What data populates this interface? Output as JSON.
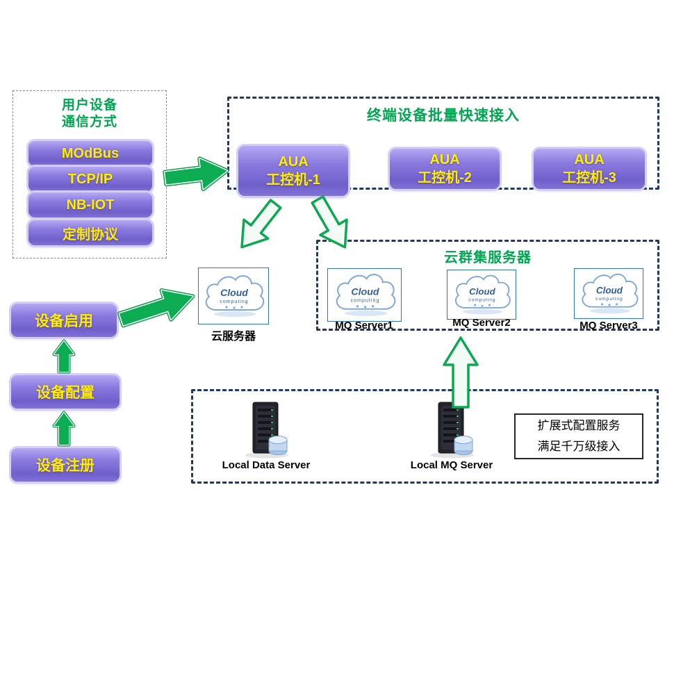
{
  "colors": {
    "heading_green": "#00A651",
    "arrow_green": "#0aa84f",
    "node_purple": "#6f5fcb",
    "node_text_yellow": "#ffee00",
    "panel_navy": "#1F3864"
  },
  "user_device_panel": {
    "title_line1": "用户设备",
    "title_line2": "通信方式",
    "protocols": [
      "MOdBus",
      "TCP/IP",
      "NB-IOT",
      "定制协议"
    ]
  },
  "terminal_panel": {
    "title": "终端设备批量快速接入",
    "nodes": [
      {
        "line1": "AUA",
        "line2": "工控机-1"
      },
      {
        "line1": "AUA",
        "line2": "工控机-2"
      },
      {
        "line1": "AUA",
        "line2": "工控机-3"
      }
    ]
  },
  "cloud_server": {
    "label": "云服务器"
  },
  "cluster_panel": {
    "title": "云群集服务器",
    "servers": [
      {
        "label": "MQ Server1"
      },
      {
        "label": "MQ Server2"
      },
      {
        "label": "MQ Server3"
      }
    ]
  },
  "device_flow": {
    "enable": "设备启用",
    "configure": "设备配置",
    "register": "设备注册"
  },
  "local_panel": {
    "data_server": "Local Data Server",
    "mq_server": "Local MQ Server",
    "note_line1": "扩展式配置服务",
    "note_line2": "满足千万级接入"
  },
  "cloud_icon": {
    "title": "Cloud",
    "subtitle": "computing"
  }
}
